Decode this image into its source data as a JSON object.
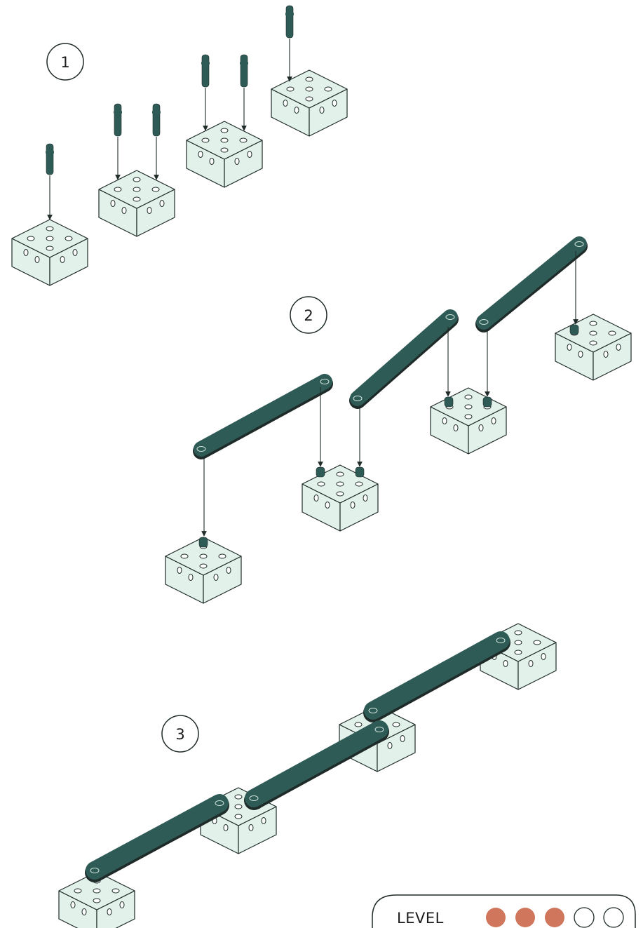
{
  "steps": [
    {
      "number": "1"
    },
    {
      "number": "2"
    },
    {
      "number": "3"
    }
  ],
  "level": {
    "label": "LEVEL",
    "filled": 3,
    "total": 5,
    "filled_color": "#d0765d",
    "empty_color": "#ffffff"
  },
  "colors": {
    "block_face": "#e2f1e9",
    "block_outline": "#1f2b29",
    "part_dark": "#2f5b57",
    "background": "#ffffff"
  },
  "icons": [
    "cube-block-icon",
    "peg-icon",
    "strip-icon",
    "arrow-icon"
  ]
}
